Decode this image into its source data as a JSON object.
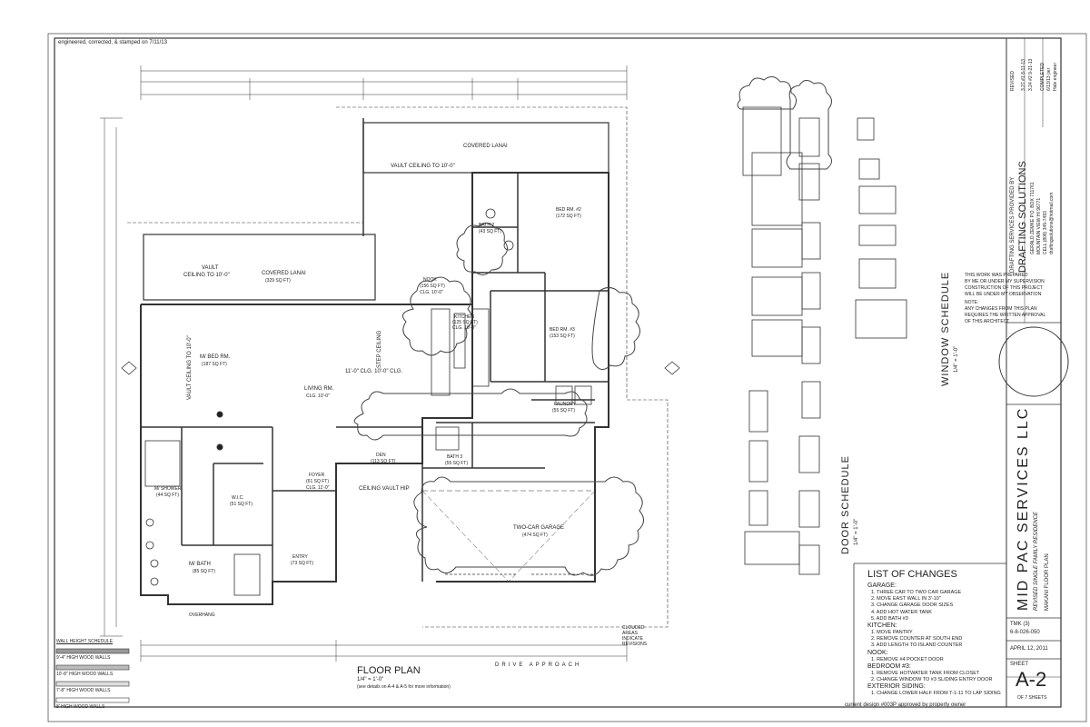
{
  "header_note": "engineered, corrected, & stamped on 7/11/13",
  "rooms": {
    "covered_lanai_top": "COVERED LANAI",
    "vault_ceiling_top": "VAULT CEILING TO 10'-0\"",
    "bed_rm2": "BED RM. #2",
    "bed_rm2_area": "(172 SQ FT)",
    "bath2": "BATH 2",
    "bath2_area": "(43 SQ FT)",
    "covered_lanai_left": "COVERED LANAI",
    "covered_lanai_left_area": "(329 SQ FT)",
    "vault_left": "VAULT",
    "vault_left_ceiling": "CEILING TO 10'-0\"",
    "nook": "NOOK",
    "nook_area": "(156 SQ FT)",
    "nook_clg": "CLG. 10'-0\"",
    "kitchen": "KITCHEN",
    "kitchen_area": "(125 SQ FT)",
    "kitchen_clg": "CLG. 10'-0\"",
    "bed_rm3": "BED RM. #3",
    "bed_rm3_area": "(153 SQ FT)",
    "master_bed": "M/ BED RM.",
    "master_bed_area": "(187 SQ FT)",
    "vault_ceiling_mid": "VAULT CEILING TO 10'-0\"",
    "step_ceiling": "STEP CEILING",
    "clg_step": "11'-0\" CLG. 10'-0\" CLG.",
    "living_rm": "LIVING RM.",
    "living_rm_clg": "CLG. 10'-0\"",
    "laundry": "LAUNDRY",
    "laundry_area": "(55 SQ FT)",
    "den": "DEN",
    "den_area": "(113 SQ FT)",
    "bath3": "BATH 3",
    "bath3_area": "(55 SQ FT)",
    "m_shower": "M/ SHOWER",
    "m_shower_area": "(44 SQ FT)",
    "wic": "W.I.C.",
    "wic_area": "(51 SQ FT)",
    "foyer": "FOYER",
    "foyer_area": "(61 SQ FT)",
    "foyer_clg": "CLG. 11'-0\"",
    "ceiling_vault_hip": "CEILING VAULT HIP",
    "two_car_garage": "TWO-CAR GARAGE",
    "two_car_garage_area": "(474 SQ FT)",
    "m_bath": "M/ BATH",
    "m_bath_area": "(85 SQ FT)",
    "entry": "ENTRY",
    "entry_area": "(73 SQ FT)",
    "overhang": "OVERHANG",
    "drive_approach": "DRIVE APPROACH",
    "clouded_areas": "CLOUDED AREAS INDICATE REVISIONS"
  },
  "floor_plan_title": "FLOOR PLAN",
  "floor_plan_scale": "1/4\" = 1'-0\"",
  "floor_plan_note": "(see details on A-4 & A-5 for more information)",
  "wall_height_schedule": {
    "title": "WALL HEIGHT SCHEDULE",
    "rows": [
      "9'-4\" HIGH WOOD WALLS",
      "10'-8\" HIGH WOOD WALLS",
      "7'-8\" HIGH WOOD WALLS",
      "8' HIGH WOOD WALLS"
    ]
  },
  "door_schedule": {
    "title": "DOOR SCHEDULE",
    "scale": "1/4\" = 1'-0\""
  },
  "window_schedule": {
    "title": "WINDOW SCHEDULE",
    "scale": "1/4\" = 1'-0\""
  },
  "architect_note": {
    "lines": [
      "THIS WORK WAS PREPARED",
      "BY ME OR UNDER MY SUPERVISION",
      "CONSTRUCTION OF THIS PROJECT",
      "WILL BE UNDER MY OBSERVATION",
      "NOTE:",
      "ANY CHANGES FROM THIS PLAN",
      "REQUIRES THE WRITTEN APPROVAL",
      "OF THIS ARCHITECT"
    ]
  },
  "list_of_changes": {
    "title": "LIST OF CHANGES",
    "lines": [
      {
        "text": "GARAGE:",
        "h": true
      },
      {
        "text": "1. THREE CAR TO TWO CAR GARAGE",
        "h": false
      },
      {
        "text": "2. MOVE EAST WALL IN 3'-10\"",
        "h": false
      },
      {
        "text": "3. CHANGE GARAGE DOOR SIZES",
        "h": false
      },
      {
        "text": "4. ADD HOT WATER TANK",
        "h": false
      },
      {
        "text": "5. ADD BATH #3",
        "h": false
      },
      {
        "text": "KITCHEN:",
        "h": true
      },
      {
        "text": "1. MOVE PANTRY",
        "h": false
      },
      {
        "text": "2. REMOVE COUNTER AT SOUTH END",
        "h": false
      },
      {
        "text": "3. ADD LENGTH TO ISLAND COUNTER",
        "h": false
      },
      {
        "text": "NOOK:",
        "h": true
      },
      {
        "text": "1. REMOVE #4 POCKET DOOR",
        "h": false
      },
      {
        "text": "BEDROOM #3:",
        "h": true
      },
      {
        "text": "1. REMOVE HOTWATER TANK FROM CLOSET",
        "h": false
      },
      {
        "text": "2. CHANGE WINDOW TO #3 SLIDING ENTRY DOOR",
        "h": false
      },
      {
        "text": "EXTERIOR SIDING:",
        "h": true
      },
      {
        "text": "1. CHANGE LOWER HALF FROM T-1-11 TO LAP SIDING",
        "h": false
      }
    ]
  },
  "footer_note": "current design #003P approved by property owner",
  "title_block": {
    "drafting_line1": "DRAFTING SERVICES PROVIDED BY",
    "drafting_company": "DRAFTING SOLUTIONS",
    "drafting_contact": [
      "GERALD ZEMKE P.O. BOX 711761",
      "MOUNTAIN VIEW HI 96771",
      "CELL (808) 345-7493",
      "draftingsolutions@hotmail.com"
    ],
    "revised_label": "REVISED",
    "revised_dates": [
      "3.27 #1 8-11-13",
      "3.24 #2 9-21-13"
    ],
    "completed": [
      "COMPLETED",
      "6/13/13 per",
      "Hale engineer"
    ],
    "company": "MID PAC SERVICES LLC",
    "project": "REVISED SINGLE FAMILY RESIDENCE",
    "plan_name": "MAKANI FLOOR PLAN",
    "tmk_label": "TMK (3)",
    "tmk_value": "6-8-026-050",
    "date": "APRIL 12, 2011",
    "sheet_label": "SHEET",
    "sheet_number": "A-2",
    "sheet_of": "OF 7 SHEETS"
  }
}
